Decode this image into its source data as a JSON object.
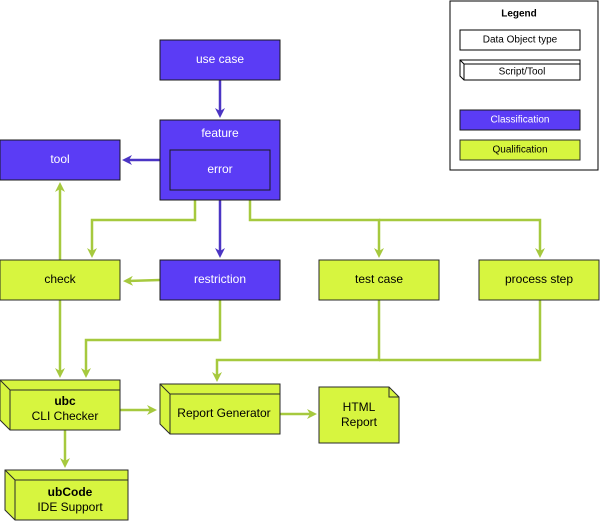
{
  "colors": {
    "classification_fill": "#5b3cf5",
    "classification_stroke": "#1a1a1a",
    "qualification_fill": "#d7f53f",
    "qualification_stroke": "#2a2a2a",
    "arrow_blue": "#4b35c4",
    "arrow_green": "#a6c93e"
  },
  "legend": {
    "title": "Legend",
    "data_object": "Data Object type",
    "script_tool": "Script/Tool",
    "classification": "Classification",
    "qualification": "Qualification"
  },
  "nodes": {
    "use_case": "use case",
    "feature": "feature",
    "error": "error",
    "tool": "tool",
    "check": "check",
    "restriction": "restriction",
    "test_case": "test case",
    "process_step": "process step",
    "ubc_title": "ubc",
    "ubc_sub": "CLI Checker",
    "report_generator": "Report Generator",
    "html_line1": "HTML",
    "html_line2": "Report",
    "ubcode_title": "ubCode",
    "ubcode_sub": "IDE Support"
  }
}
